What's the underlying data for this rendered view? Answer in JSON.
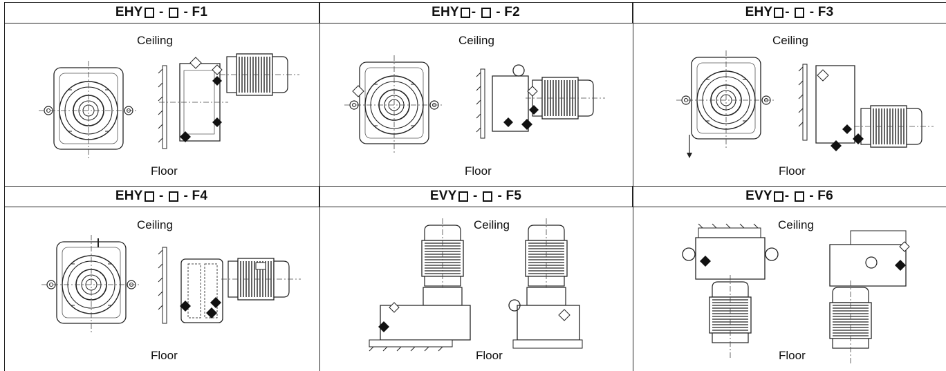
{
  "rows": [
    [
      {
        "prefix": "EHY",
        "mid": " - ",
        "suffix": " - F1",
        "ceiling": "Ceiling",
        "floor": "Floor"
      },
      {
        "prefix": "EHY",
        "mid": "- ",
        "suffix": " - F2",
        "ceiling": "Ceiling",
        "floor": "Floor"
      },
      {
        "prefix": "EHY",
        "mid": "- ",
        "suffix": " - F3",
        "ceiling": "Ceiling",
        "floor": "Floor"
      }
    ],
    [
      {
        "prefix": "EHY",
        "mid": " - ",
        "suffix": " - F4",
        "ceiling": "Ceiling",
        "floor": "Floor"
      },
      {
        "prefix": "EVY",
        "mid": " - ",
        "suffix": " - F5",
        "ceiling": "Ceiling",
        "floor": "Floor"
      },
      {
        "prefix": "EVY",
        "mid": "- ",
        "suffix": " - F6",
        "ceiling": "Ceiling",
        "floor": "Floor"
      }
    ]
  ],
  "icons": {
    "square_placeholder": "empty-square-icon",
    "filled_diamond": "oil-drain-plug-icon",
    "open_diamond": "oil-fill-plug-icon",
    "half_diamond": "oil-level-plug-icon"
  }
}
